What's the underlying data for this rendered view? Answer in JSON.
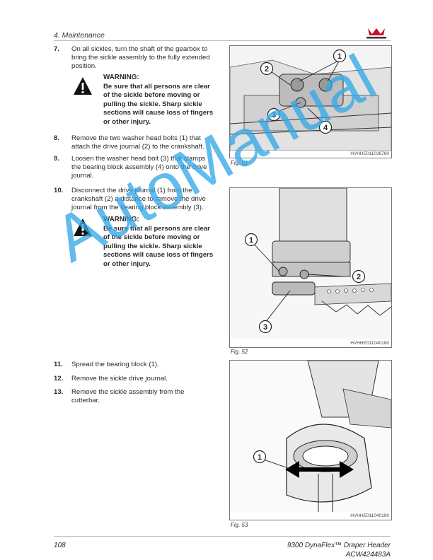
{
  "header": {
    "section": "4. Maintenance"
  },
  "steps": [
    {
      "num": "7.",
      "text": "On all sickles, turn the shaft of the gearbox to bring the sickle assembly to the fully extended position."
    },
    {
      "num": "8.",
      "text": "Remove the two washer head bolts (1) that attach the drive journal (2) to the crankshaft."
    },
    {
      "num": "9.",
      "text": "Loosen the washer head bolt (3) that clamps the bearing block assembly (4) onto the drive journal."
    },
    {
      "num": "10.",
      "text": "Disconnect the drive journal (1) from the crankshaft (2) a distance to remove the drive journal from the bearing block assembly (3)."
    },
    {
      "num": "11.",
      "text": "Spread the bearing block (1)."
    },
    {
      "num": "12.",
      "text": "Remove the sickle drive journal."
    },
    {
      "num": "13.",
      "text": "Remove the sickle assembly from the cutterbar."
    }
  ],
  "warnings": [
    {
      "title": "WARNING:",
      "text": "Be sure that all persons are clear of the sickle before moving or pulling the sickle. Sharp sickle sections will cause loss of fingers or other injury."
    },
    {
      "title": "WARNING:",
      "text": "Be sure that all persons are clear of the sickle before moving or pulling the sickle. Sharp sickle sections will cause loss of fingers or other injury."
    }
  ],
  "figures": [
    {
      "id": "HVHHE011036760",
      "label": "Fig. 51",
      "callouts": [
        "1",
        "2",
        "3",
        "4"
      ]
    },
    {
      "id": "HVHHE011040180",
      "label": "Fig. 52",
      "callouts": [
        "1",
        "2",
        "3"
      ]
    },
    {
      "id": "HVHHE011040190",
      "label": "Fig. 53",
      "callouts": [
        "1"
      ]
    }
  ],
  "watermark": "AutoManual",
  "footer": {
    "page": "108",
    "title": "9300 DynaFlex™ Draper Header",
    "code": "ACW424483A"
  },
  "colors": {
    "logo_red": "#c8102e",
    "watermark": "#35a9e8"
  }
}
